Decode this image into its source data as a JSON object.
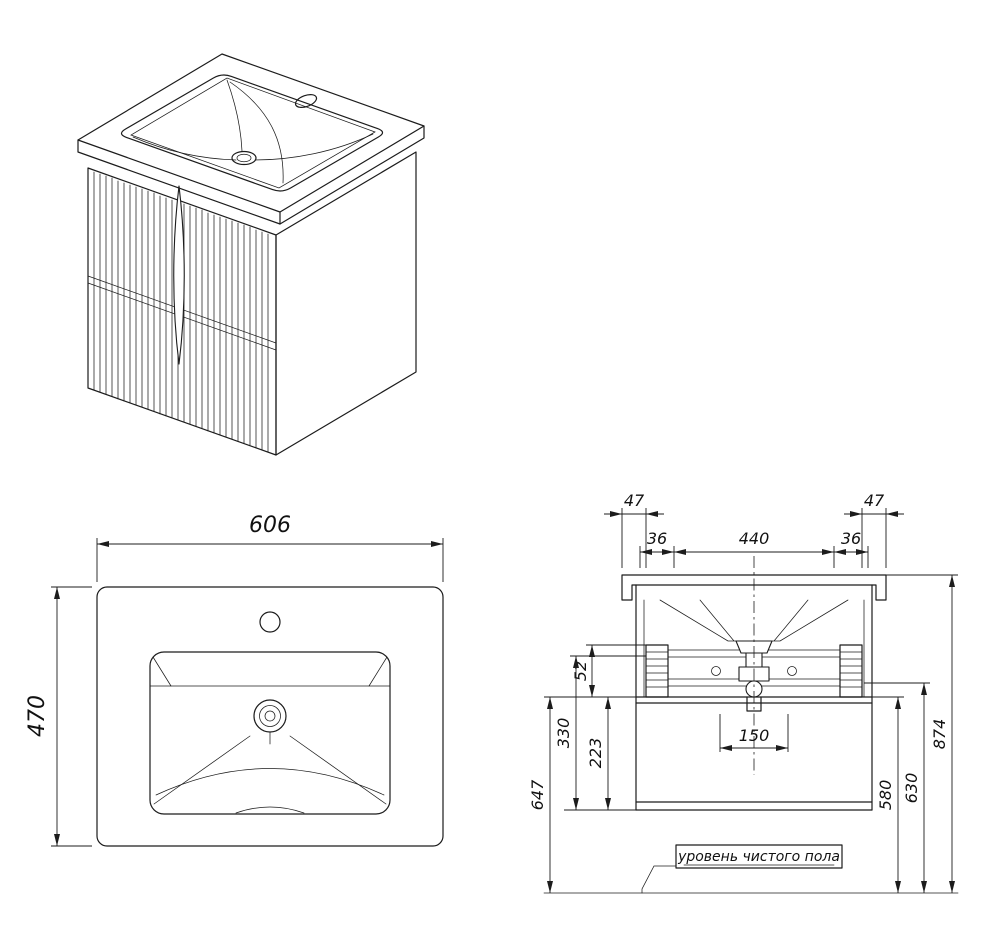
{
  "plan_view": {
    "width_mm": "606",
    "depth_mm": "470"
  },
  "section_view": {
    "overhang_left": "47",
    "overhang_right": "47",
    "side_inset_left": "36",
    "inner_width": "440",
    "side_inset_right": "36",
    "bracket_height": "52",
    "height_330": "330",
    "height_223": "223",
    "height_647": "647",
    "drain_offset": "150",
    "height_580": "580",
    "height_630": "630",
    "total_height": "874",
    "floor_note": "уровень чистого пола"
  }
}
